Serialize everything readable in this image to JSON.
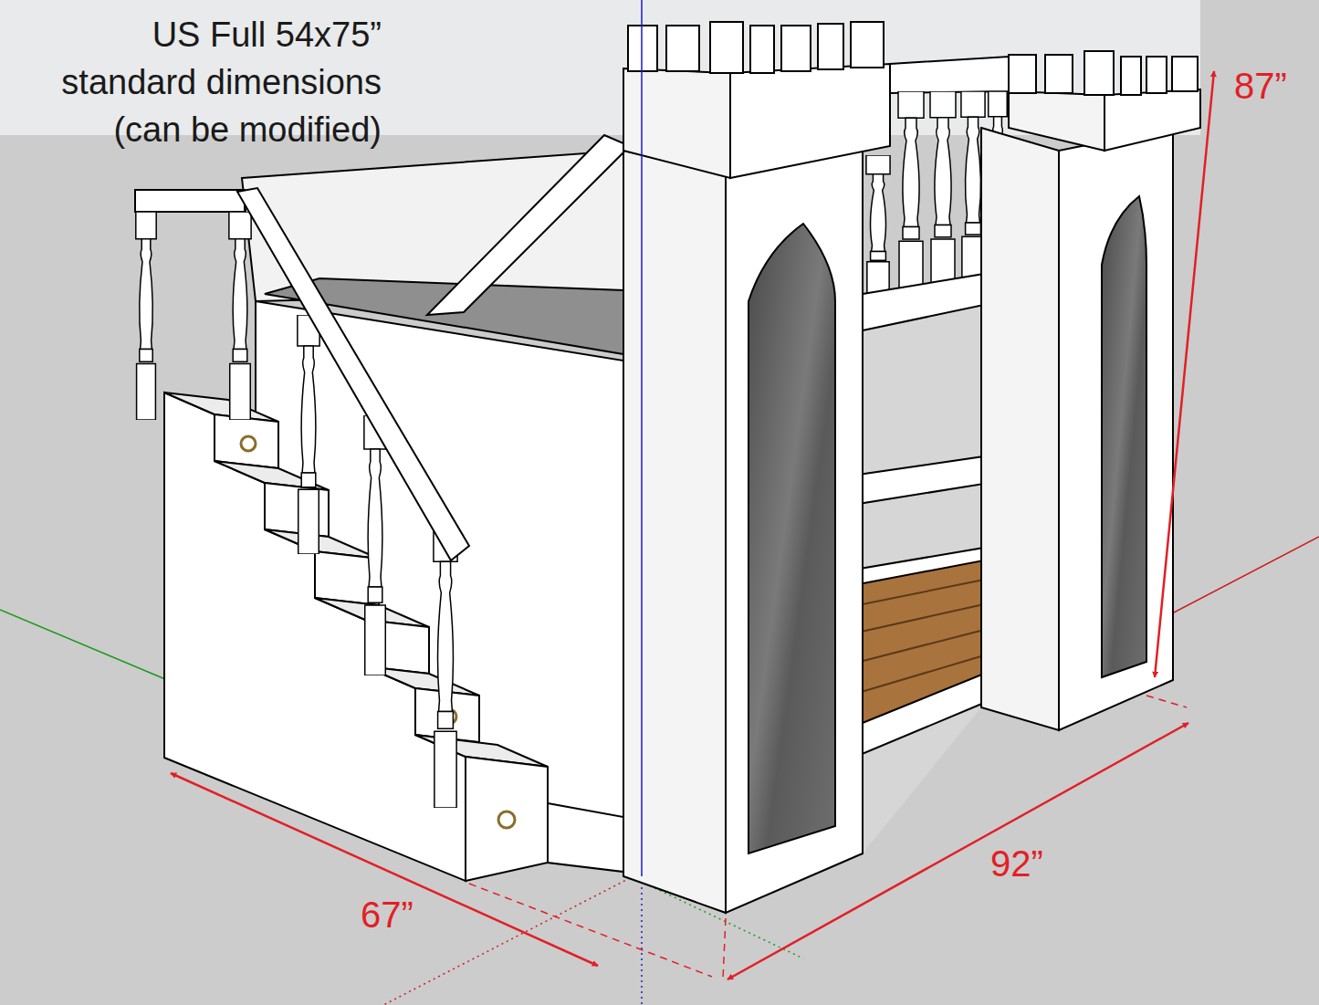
{
  "diagram": {
    "labels": [
      "US Full 54x75” standard dimensions (can be modified)",
      "87”",
      "92”",
      "67”"
    ]
  }
}
